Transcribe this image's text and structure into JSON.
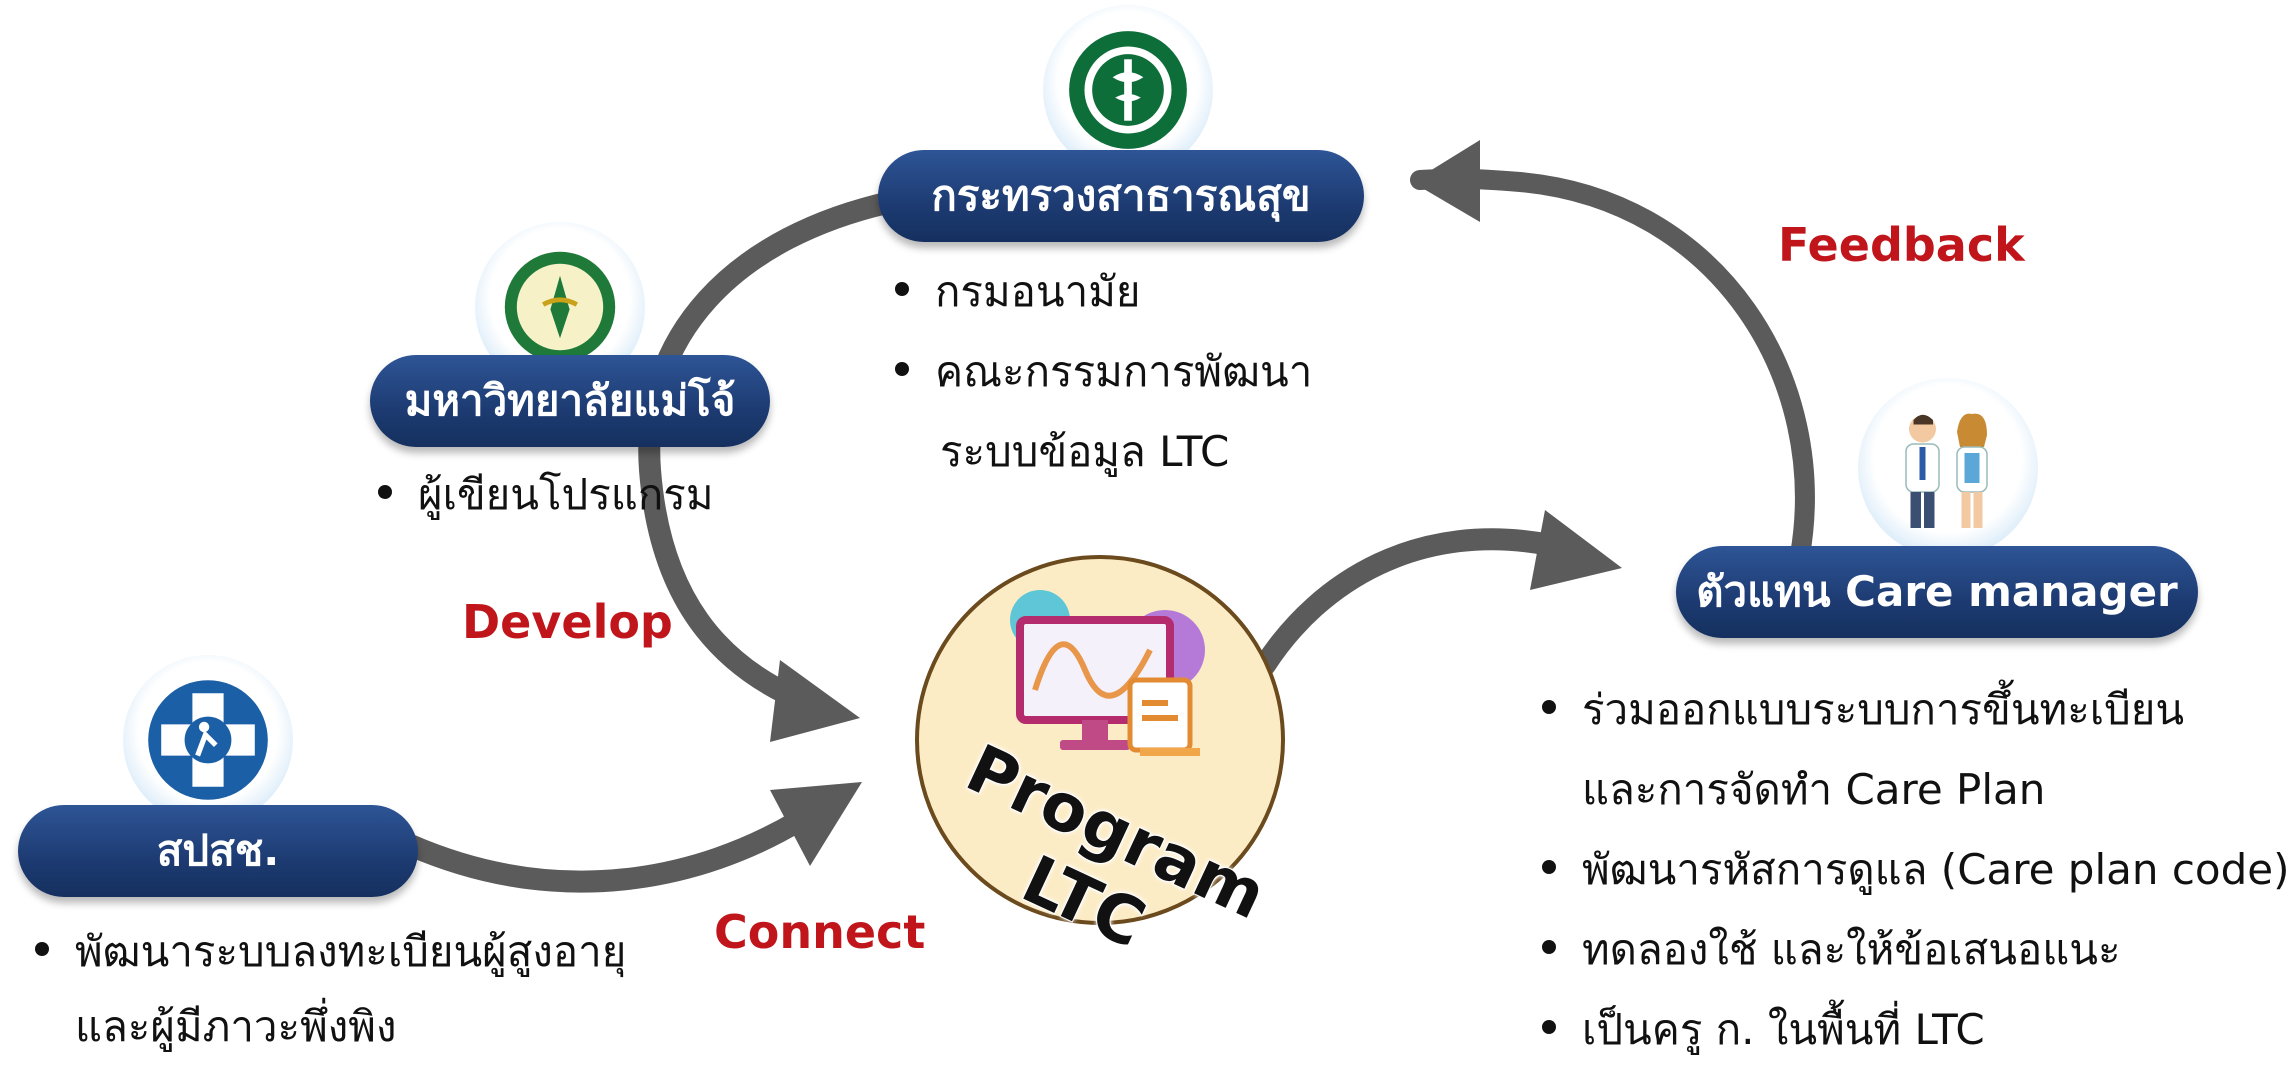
{
  "nodes": {
    "moph": {
      "title": "กระทรวงสาธารณสุข",
      "bullets": [
        {
          "text": "กรมอนามัย",
          "bullet": true
        },
        {
          "text": "คณะกรรมการพัฒนา",
          "bullet": true
        },
        {
          "text": "ระบบข้อมูล LTC",
          "bullet": false
        }
      ]
    },
    "maejo": {
      "title": "มหาวิทยาลัยแม่โจ้",
      "bullets": [
        {
          "text": "ผู้เขียนโปรแกรม",
          "bullet": true
        }
      ]
    },
    "care_manager": {
      "title": "ตัวแทน Care manager",
      "bullets": [
        {
          "text": "ร่วมออกแบบระบบการขึ้นทะเบียน",
          "bullet": true
        },
        {
          "text": "และการจัดทำ Care Plan",
          "bullet": false
        },
        {
          "text": "พัฒนารหัสการดูแล (Care plan code)",
          "bullet": true
        },
        {
          "text": "ทดลองใช้ และให้ข้อเสนอแนะ",
          "bullet": true
        },
        {
          "text": "เป็นครู ก. ในพื้นที่ LTC",
          "bullet": true
        }
      ]
    },
    "phc": {
      "title": "สปสช.",
      "bullets": [
        {
          "text": "พัฒนาระบบลงทะเบียนผู้สูงอายุ",
          "bullet": true
        },
        {
          "text": "และผู้มีภาวะพึ่งพิง",
          "bullet": false
        }
      ]
    }
  },
  "center": {
    "label": "Program LTC"
  },
  "relations": {
    "develop": "Develop",
    "connect": "Connect",
    "feedback": "Feedback"
  },
  "colors": {
    "pill": "#1d3b72",
    "relation_text": "#c0161b",
    "arrow": "#5b5b5b",
    "center_fill": "#fcecc6"
  },
  "icons": {
    "moph": "ministry-of-public-health-seal-icon",
    "maejo": "maejo-university-seal-icon",
    "care_manager": "doctors-icon",
    "phc": "health-cross-icon",
    "center": "computer-monitor-icon"
  }
}
